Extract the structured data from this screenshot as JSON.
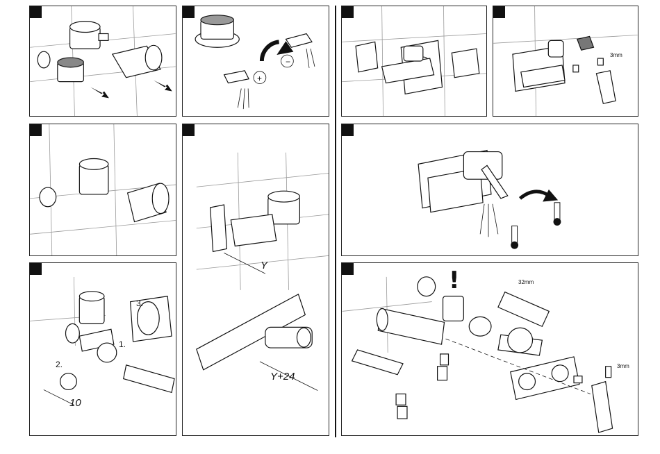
{
  "panel_labels": {
    "sign_plus": "+",
    "sign_minus": "−",
    "dim_y": "Y",
    "dim_y24": "Y+24",
    "step_1": "1.",
    "step_2": "2.",
    "step_3": "3.",
    "dim_10": "10",
    "dim_3mm_a": "3mm",
    "dim_3mm_b": "3mm",
    "dim_32mm": "32mm",
    "warning": "!"
  }
}
